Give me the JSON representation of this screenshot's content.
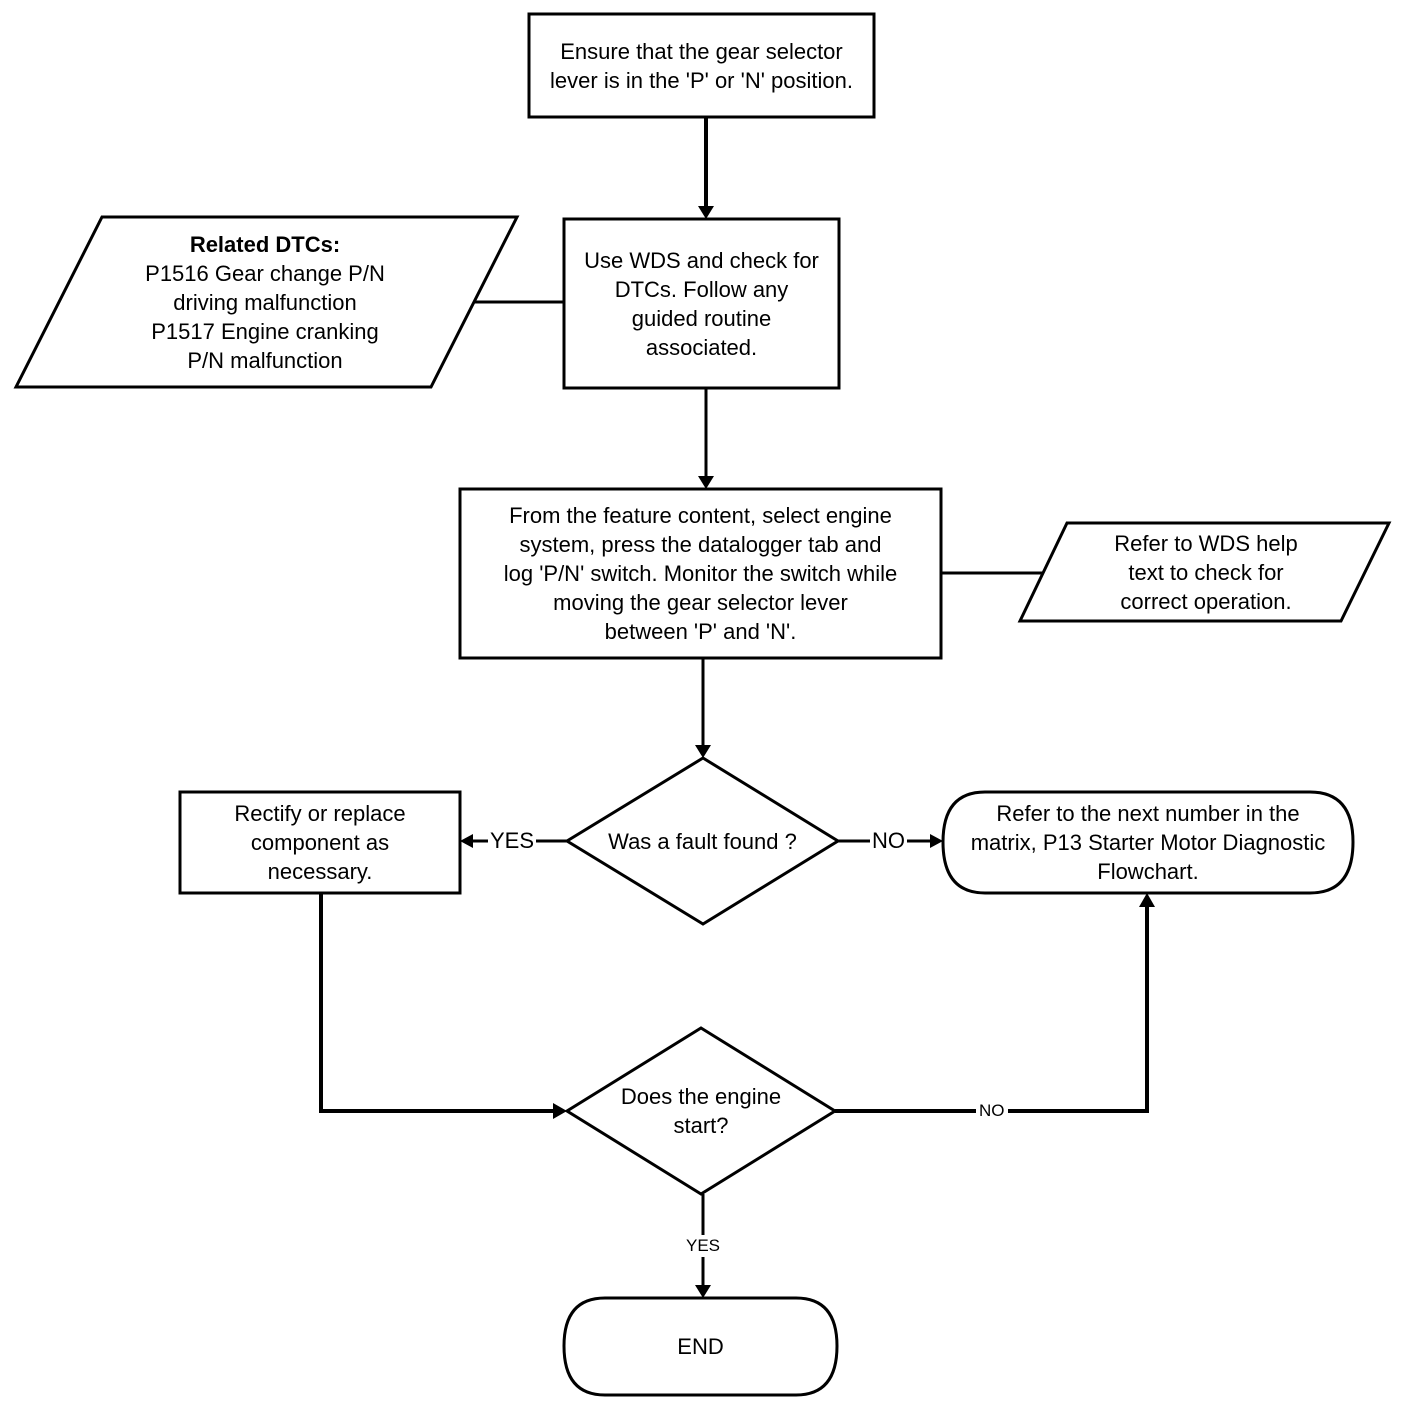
{
  "nodes": {
    "n1": [
      "Ensure that the gear selector",
      "lever is in the 'P' or 'N' position."
    ],
    "n2": [
      "Use WDS and check for",
      "DTCs. Follow any",
      "guided routine",
      "associated."
    ],
    "dtc_title": "Related DTCs:",
    "dtc_lines": [
      "P1516 Gear change P/N",
      "driving malfunction",
      "P1517 Engine cranking",
      "P/N malfunction"
    ],
    "n3": [
      "From the feature content, select engine",
      "system, press the datalogger tab and",
      "log 'P/N' switch. Monitor the switch while",
      "moving the gear selector lever",
      "between 'P' and 'N'."
    ],
    "wds_help": [
      "Refer to WDS help",
      "text to check for",
      "correct operation."
    ],
    "d1": [
      "Was a fault found ?"
    ],
    "rectify": [
      "Rectify or replace",
      "component as",
      "necessary."
    ],
    "refer_next": [
      "Refer to the next number in the",
      "matrix, P13 Starter Motor Diagnostic",
      "Flowchart."
    ],
    "d2": [
      "Does the engine",
      "start?"
    ],
    "end": [
      "END"
    ]
  },
  "edges": {
    "d1_yes": "YES",
    "d1_no": "NO",
    "d2_no": "NO",
    "d2_yes": "YES"
  }
}
